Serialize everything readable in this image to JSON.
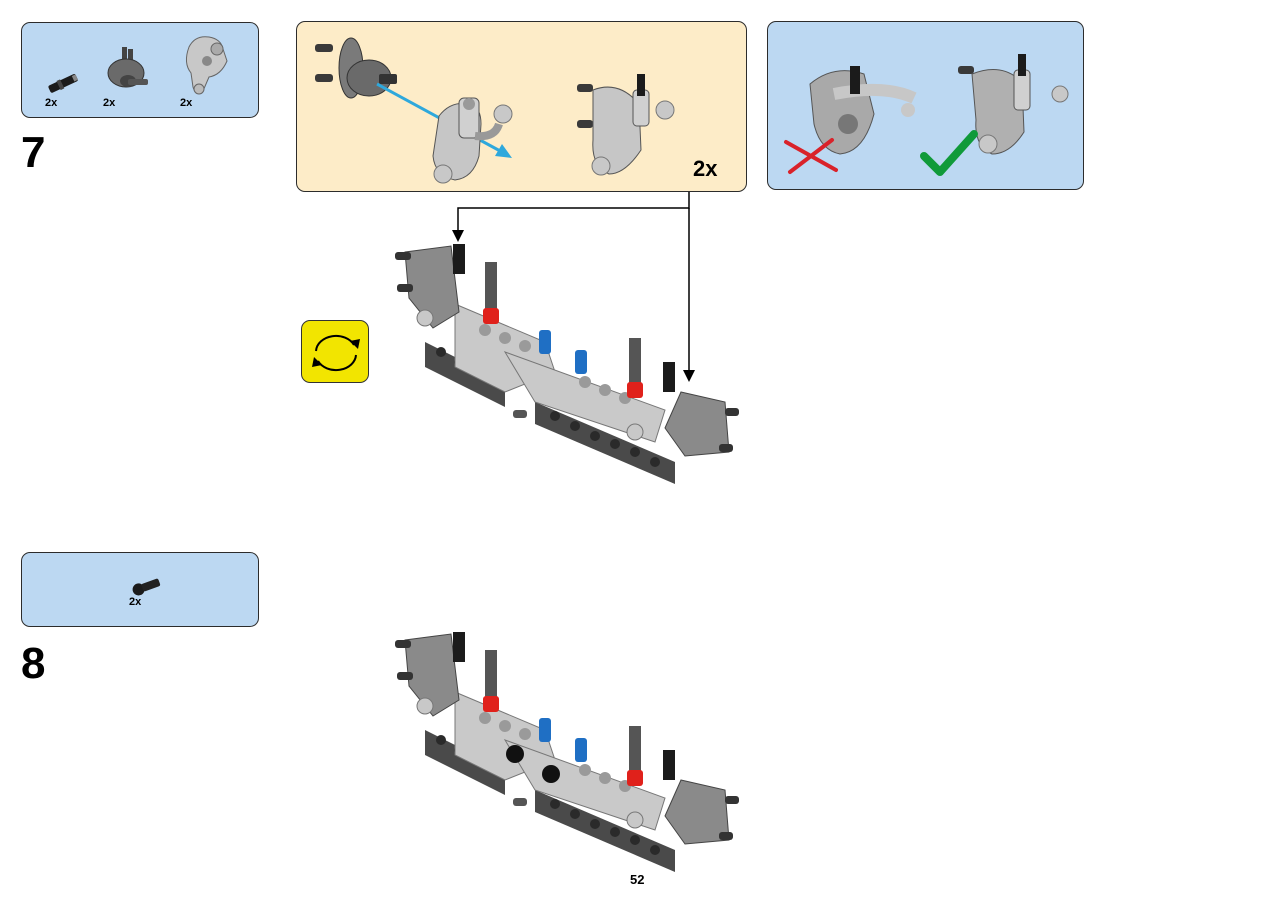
{
  "steps": [
    {
      "number": "7",
      "parts": [
        {
          "qty": "2x",
          "icon": "pin-axle-icon"
        },
        {
          "qty": "2x",
          "icon": "hub-icon"
        },
        {
          "qty": "2x",
          "icon": "steering-knuckle-icon"
        }
      ],
      "subassembly_multiplier": "2x",
      "callout_icons": [
        "incorrect-cross-icon",
        "correct-check-icon"
      ],
      "rotate_icon": "rotate-model-icon"
    },
    {
      "number": "8",
      "parts": [
        {
          "qty": "2x",
          "icon": "ball-joint-pin-icon"
        }
      ]
    }
  ],
  "page_number": "52",
  "colors": {
    "panel_blue": "#bcd8f2",
    "panel_cream": "#fdecc8",
    "arrow_blue": "#2ea8dc",
    "cross_red": "#d9222a",
    "check_green": "#109a3a",
    "rotate_yellow": "#f2e500",
    "brick_light_gray": "#c9c9c9",
    "brick_dark_gray": "#5f5f5f",
    "red_bush": "#e0211b",
    "blue_pin": "#1f6fc4"
  }
}
